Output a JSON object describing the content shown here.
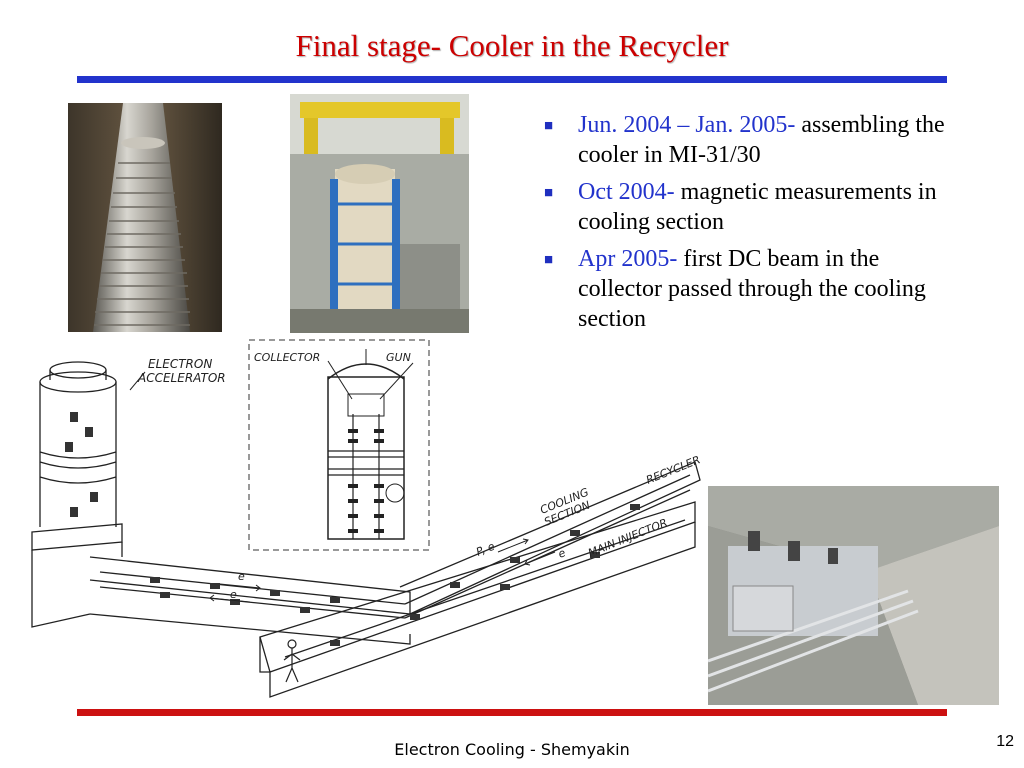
{
  "slide": {
    "title": "Final stage- Cooler in the Recycler",
    "footer": "Electron Cooling - Shemyakin",
    "page_number": "12"
  },
  "bullets": [
    {
      "date": "Jun. 2004 – Jan. 2005-",
      "text": "assembling the cooler in MI-31/30"
    },
    {
      "date": "Oct 2004-",
      "text": "magnetic measurements in cooling section"
    },
    {
      "date": "Apr 2005-",
      "text": "first DC beam in the collector passed through the cooling section"
    }
  ],
  "diagram_labels": {
    "electron_accelerator_1": "ELECTRON",
    "electron_accelerator_2": "ACCELERATOR",
    "collector": "COLLECTOR",
    "gun": "GUN",
    "recycler": "RECYCLER",
    "cooling_section_1": "COOLING",
    "cooling_section_2": "SECTION",
    "main_injector": "MAIN INJECTOR",
    "pbar_e": "P, e",
    "e_arrow_1": "e",
    "e_arrow_2": "e",
    "e_arrow_3": "e"
  },
  "colors": {
    "title": "#cc0000",
    "date_accent": "#2233cc",
    "rule_top": "#2233cc",
    "rule_bottom": "#cc1111"
  }
}
